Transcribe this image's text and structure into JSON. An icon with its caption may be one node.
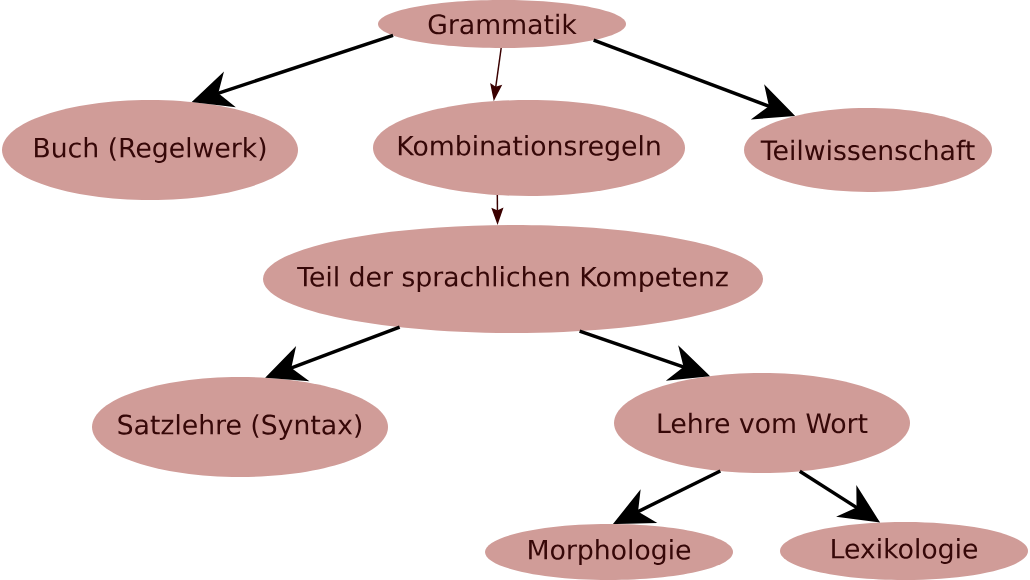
{
  "diagram": {
    "nodes": [
      {
        "text": [
          "Grammatik"
        ]
      },
      {
        "text": [
          "Buch (Regelwerk)"
        ]
      },
      {
        "text": [
          "Kombinationsregeln"
        ]
      },
      {
        "text": [
          "Teilwissenschaft"
        ]
      },
      {
        "text": [
          "Teil der sprachlichen Kompetenz"
        ]
      },
      {
        "text": [
          "Satzlehre (Syntax)"
        ]
      },
      {
        "text": [
          "Lehre vom Wort"
        ]
      },
      {
        "text": [
          "Morphologie"
        ]
      },
      {
        "text": [
          "Lexikologie"
        ]
      }
    ],
    "edges": [
      {
        "from": 0,
        "to": 1,
        "arrow": "to"
      },
      {
        "from": 0,
        "to": 2,
        "arrow": "to",
        "color": "#3a0000"
      },
      {
        "from": 0,
        "to": 3,
        "arrow": "to"
      },
      {
        "from": 2,
        "to": 4,
        "arrow": "to",
        "color": "#3a0000"
      },
      {
        "from": 4,
        "to": 5,
        "arrow": "to"
      },
      {
        "from": 4,
        "to": 6,
        "arrow": "to"
      },
      {
        "from": 6,
        "to": 7,
        "arrow": "to"
      },
      {
        "from": 6,
        "to": 8,
        "arrow": "to"
      }
    ]
  }
}
